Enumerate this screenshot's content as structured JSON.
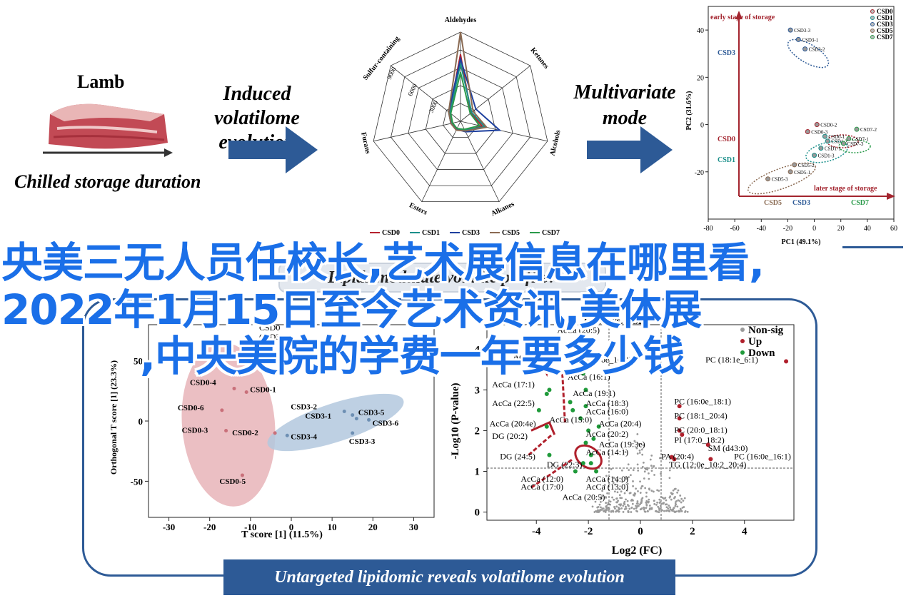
{
  "top": {
    "lamb_label": "Lamb",
    "duration_label": "Chilled storage duration",
    "induced_label_1": "Induced volatilome",
    "induced_label_2": "evolution",
    "multivariate_label_1": "Multivariate",
    "multivariate_label_2": "mode"
  },
  "radar": {
    "axes": [
      "Aldehydes",
      "Ketones",
      "Alcohols",
      "Alkanes",
      "Esters",
      "Furans",
      "Sulfur-containing"
    ],
    "ticks": [
      "3000",
      "6000",
      "9000"
    ],
    "legend": [
      {
        "name": "CSD0",
        "color": "#b5222e"
      },
      {
        "name": "CSD1",
        "color": "#1a8f8a"
      },
      {
        "name": "CSD3",
        "color": "#1d3f9e"
      },
      {
        "name": "CSD5",
        "color": "#8a6a52"
      },
      {
        "name": "CSD7",
        "color": "#2a9a4a"
      }
    ],
    "chart_data": {
      "type": "radar",
      "axes": [
        "Aldehydes",
        "Ketones",
        "Alcohols",
        "Alkanes",
        "Esters",
        "Furans",
        "Sulfur-containing"
      ],
      "series": [
        {
          "name": "CSD0",
          "values": [
            7500,
            1500,
            2500,
            1200,
            1000,
            1000,
            1600
          ]
        },
        {
          "name": "CSD1",
          "values": [
            6500,
            1600,
            2800,
            1100,
            900,
            1000,
            1500
          ]
        },
        {
          "name": "CSD3",
          "values": [
            7000,
            2200,
            4500,
            1300,
            1000,
            1100,
            1700
          ]
        },
        {
          "name": "CSD5",
          "values": [
            10000,
            1800,
            3000,
            1200,
            1100,
            1100,
            1700
          ]
        },
        {
          "name": "CSD7",
          "values": [
            5500,
            1400,
            2200,
            1000,
            900,
            900,
            1400
          ]
        }
      ]
    }
  },
  "pca": {
    "legend": [
      "CSD0",
      "CSD1",
      "CSD3",
      "CSD5",
      "CSD7"
    ],
    "early_label": "early stage of storage",
    "later_label": "later stage of storage",
    "xlabel": "PC1 (49.1%)",
    "ylabel": "PC2 (31.6%)",
    "xticks": [
      "-80",
      "-60",
      "-40",
      "-20",
      "0",
      "20",
      "40",
      "60"
    ],
    "yticks": [
      "40",
      "20",
      "0",
      "-20"
    ],
    "group_labels": {
      "csd3": "CSD3",
      "csd0": "CSD0",
      "csd1": "CSD1",
      "csd5": "CSD5",
      "csd3b": "CSD3",
      "csd7": "CSD7"
    },
    "point_labels": [
      "CSD3-3",
      "CSD3-1",
      "CSD3-2",
      "CSD0-3",
      "CSD0-2",
      "CSD0-1",
      "CSD1-2",
      "CSD1-1",
      "CSD1-3",
      "CSD7-2",
      "CSD7-1",
      "CSD7-3",
      "CSD5-2",
      "CSD5-1",
      "CSD5-3"
    ]
  },
  "bottom": {
    "question": "Lipids modulate volatile profile?",
    "footer": "Untargeted lipidomic reveals volatilome evolution",
    "opls": {
      "xlabel": "T score [1] (11.5%)",
      "ylabel": "Orthogonal T score [1] (23.3%)",
      "xticks": [
        "-30",
        "-20",
        "-10",
        "0",
        "10",
        "20",
        "30"
      ],
      "yticks": [
        "50",
        "0",
        "-50"
      ],
      "legend_fragment": "CSD0",
      "legend_fragment2": "CSD3",
      "points": [
        "CSD0-4",
        "CSD0-1",
        "CSD0-6",
        "CSD0-3",
        "CSD0-2",
        "CSD0-5",
        "CSD3-2",
        "CSD3-5",
        "CSD3-1",
        "CSD3-6",
        "CSD3-4",
        "CSD3-3"
      ]
    },
    "volcano": {
      "title": "CSD0 vs. CSD3",
      "legend": [
        "Non-sig",
        "Up",
        "Down"
      ],
      "xlabel": "Log2 (FC)",
      "ylabel": "-Log10 (P-value)",
      "xticks": [
        "-4",
        "-2",
        "0",
        "2",
        "4"
      ],
      "yticks": [
        "0",
        "1",
        "2",
        "3",
        "4"
      ],
      "labels": [
        "AcCa (20:5)",
        "AcCa (18:1)",
        "DG (12:0e_10:4)",
        "PC (18:1e_6:1)",
        "AcCa (17:1)",
        "AcCa (16:1)",
        "AcCa (22:5)",
        "AcCa (19:1)",
        "AcCa (18:3)",
        "AcCa (16:0)",
        "AcCa (15:0)",
        "AcCa (20:4e)",
        "AcCa (20:4)",
        "AcCa (20:2)",
        "DG (20:2)",
        "AcCa (19:3e)",
        "AcCa (14:1)",
        "DG (24:5)",
        "DG (22:3)",
        "PC (16:0e_18:1)",
        "PC (18:1_20:4)",
        "PC (20:0_18:1)",
        "PI (17:0_18:2)",
        "SM (d43:0)",
        "PA (20:4)",
        "PC (16:0e_16:1)",
        "TG (12:0e_10:2_20:4)",
        "AcCa (12:0)",
        "AcCa (14:0)",
        "AcCa (17:0)",
        "AcCa (13:0)",
        "AcCa (20:5)"
      ]
    }
  },
  "overlay": {
    "line1": "央美三无人员任校长,艺术展信息在哪里看,",
    "line2": "2022年1月15日至今艺术资讯,美体展",
    "line3": ",中央美院的学费一年要多少钱"
  }
}
